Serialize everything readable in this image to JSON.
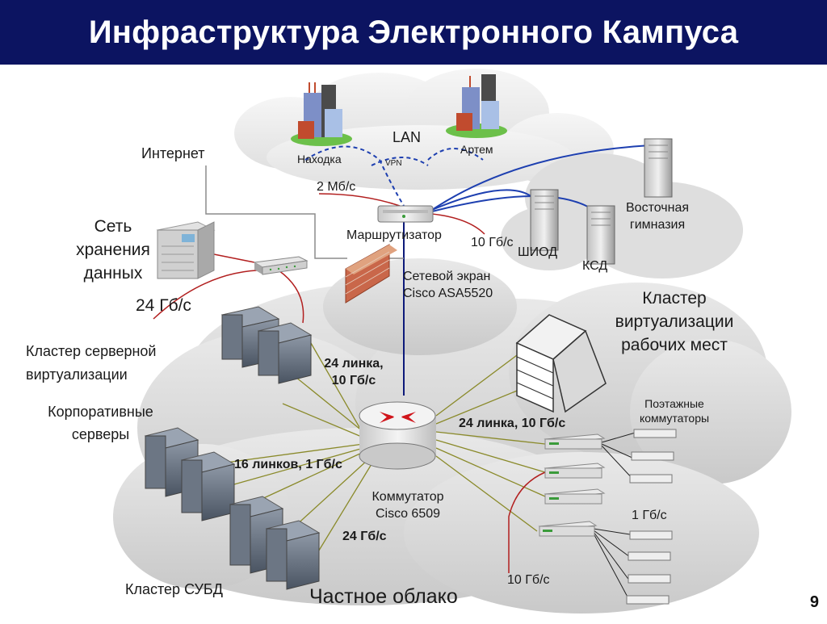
{
  "slide": {
    "title": "Инфраструктура Электронного Кампуса",
    "page_number": "9"
  },
  "labels": {
    "internet": "Интернет",
    "lan": "LAN",
    "vpn": "VPN",
    "nakhodka": "Находка",
    "artem": "Артем",
    "bw_2mbps": "2 Мб/с",
    "router": "Маршрутизатор",
    "bw_10gbps_router": "10 Гб/с",
    "firewall_line1": "Сетевой экран",
    "firewall_line2": "Cisco ASA5520",
    "storage_line1": "Сеть",
    "storage_line2": "хранения",
    "storage_line3": "данных",
    "bw_24gbps_storage": "24 Гб/с",
    "server_virt_line1": "Кластер серверной",
    "server_virt_line2": "виртуализации",
    "corp_line1": "Корпоративные",
    "corp_line2": "серверы",
    "links24_left_line1": "24 линка,",
    "links24_left_line2": "10 Гб/с",
    "links16": "16 линков, 1 Гб/с",
    "bw_24gbps_db": "24 Гб/с",
    "dbms_cluster": "Кластер СУБД",
    "private_cloud": "Частное облако",
    "switch_line1": "Коммутатор",
    "switch_line2": "Cisco 6509",
    "links24_right": "24 линка, 10 Гб/с",
    "desktop_virt_line1": "Кластер",
    "desktop_virt_line2": "виртуализации",
    "desktop_virt_line3": "рабочих мест",
    "floor_sw_line1": "Поэтажные",
    "floor_sw_line2": "коммутаторы",
    "bw_1gbps": "1 Гб/с",
    "bw_10gbps_bottom": "10 Гб/с",
    "shiod": "ШИОД",
    "ksd": "КСД",
    "east_gym_line1": "Восточная",
    "east_gym_line2": "гимназия"
  },
  "colors": {
    "header_bg": "#0c1461",
    "header_text": "#ffffff",
    "cloud": "#d6d6d6",
    "link_red": "#b21f1f",
    "link_olive": "#8a8a2a",
    "link_blue": "#1d3fb0",
    "link_navy": "#0d1a7a",
    "link_gray": "#8c8c8c"
  }
}
